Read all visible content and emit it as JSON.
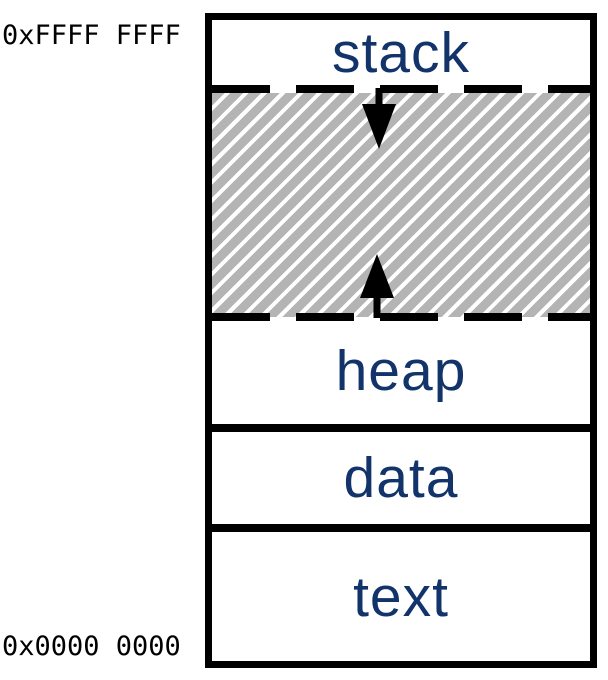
{
  "diagram": {
    "type": "memory-layout",
    "addresses": {
      "top": "0xFFFF FFFF",
      "bottom": "0x0000 0000"
    },
    "sections": [
      {
        "label": "stack"
      },
      {
        "label": "heap"
      },
      {
        "label": "data"
      },
      {
        "label": "text"
      }
    ],
    "free_region": {
      "style": "diagonal-hatch",
      "stripe_color": "#b4b4b4",
      "stripe_background": "#ffffff",
      "border_style": "dashed",
      "arrows": [
        {
          "icon": "down-arrow-icon",
          "meaning": "stack grows downward"
        },
        {
          "icon": "up-arrow-icon",
          "meaning": "heap grows upward"
        }
      ]
    },
    "colors": {
      "section_label": "#12346a",
      "border": "#000000",
      "address_text": "#000000",
      "background": "#ffffff"
    }
  }
}
